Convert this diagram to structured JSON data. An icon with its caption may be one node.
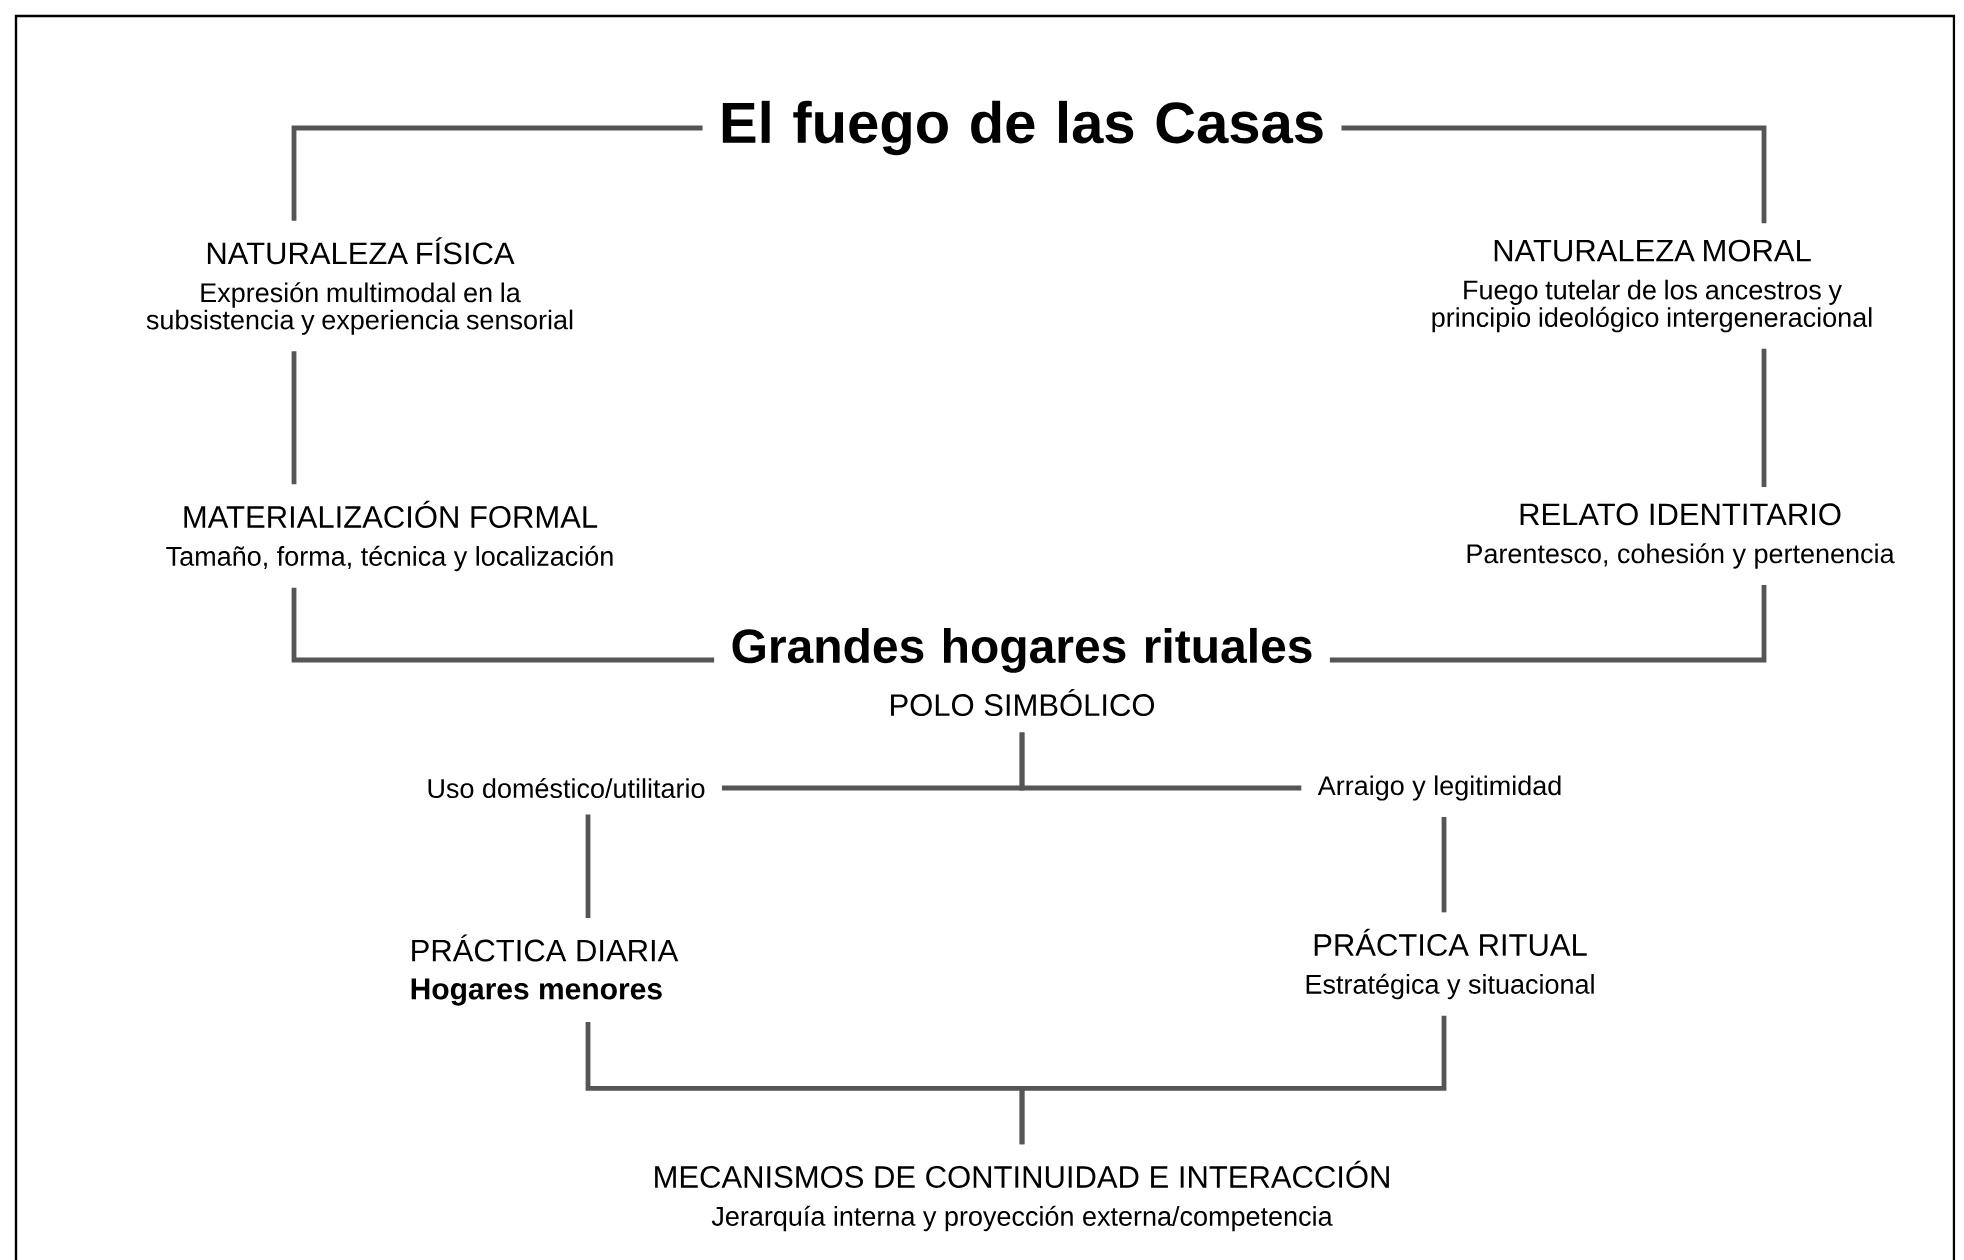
{
  "diagram": {
    "nodes": [
      {
        "text": [
          "El fuego de las Casas"
        ]
      },
      {
        "text": [
          "NATURALEZA FÍSICA",
          "Expresión multimodal en la subsistencia y experiencia sensorial"
        ]
      },
      {
        "text": [
          "NATURALEZA MORAL",
          "Fuego tutelar de los ancestros y principio ideológico intergeneracional"
        ]
      },
      {
        "text": [
          "MATERIALIZACIÓN FORMAL",
          "Tamaño, forma, técnica y localización"
        ]
      },
      {
        "text": [
          "RELATO IDENTITARIO",
          "Parentesco, cohesión y pertenencia"
        ]
      },
      {
        "text": [
          "Grandes hogares rituales",
          "POLO  SIMBÓLICO"
        ]
      },
      {
        "text": [
          "Uso doméstico/utilitario"
        ]
      },
      {
        "text": [
          "Arraigo y legitimidad"
        ]
      },
      {
        "text": [
          "PRÁCTICA DIARIA",
          "Hogares menores"
        ]
      },
      {
        "text": [
          "PRÁCTICA RITUAL",
          "Estratégica y situacional"
        ]
      },
      {
        "text": [
          "MECANISMOS DE CONTINUIDAD E INTERACCIÓN",
          "Jerarquía interna y proyección externa/competencia"
        ]
      }
    ],
    "edges": [
      {
        "from": 0,
        "to": 1,
        "arrow": "none"
      },
      {
        "from": 0,
        "to": 2,
        "arrow": "none"
      },
      {
        "from": 1,
        "to": 3,
        "arrow": "none"
      },
      {
        "from": 2,
        "to": 4,
        "arrow": "none"
      },
      {
        "from": 3,
        "to": 5,
        "arrow": "none"
      },
      {
        "from": 4,
        "to": 5,
        "arrow": "none"
      },
      {
        "from": 5,
        "to": 6,
        "arrow": "none"
      },
      {
        "from": 5,
        "to": 7,
        "arrow": "none"
      },
      {
        "from": 6,
        "to": 8,
        "arrow": "none"
      },
      {
        "from": 7,
        "to": 9,
        "arrow": "none"
      },
      {
        "from": 8,
        "to": 10,
        "arrow": "none"
      },
      {
        "from": 9,
        "to": 10,
        "arrow": "none"
      }
    ]
  }
}
